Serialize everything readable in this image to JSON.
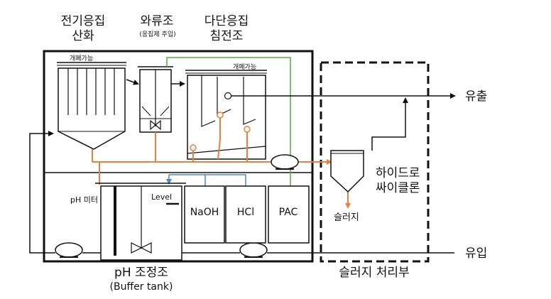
{
  "labels": {
    "eo_line1": "전기응집",
    "eo_line2": "산화",
    "swirl": "와류조",
    "swirl_note": "(응집제 주입)",
    "multi_line1": "다단응집",
    "multi_line2": "침전조",
    "openable_left": "개폐가능",
    "openable_right": "개폐가능",
    "outflow": "유출",
    "inflow": "유입",
    "hydro_line1": "하이드로",
    "hydro_line2": "싸이클론",
    "sludge": "슬러지",
    "ph_meter": "pH 미터",
    "level": "Level",
    "naoh": "NaOH",
    "hcl": "HCl",
    "pac": "PAC",
    "ph_tank": "pH 조정조",
    "buffer_tank": "(Buffer tank)",
    "sludge_unit": "슬러지 처리부"
  },
  "colors": {
    "line": "#111111",
    "orange_flow": "#e8803a",
    "green_flow": "#5aa840",
    "blue_flow": "#4a86c8"
  }
}
